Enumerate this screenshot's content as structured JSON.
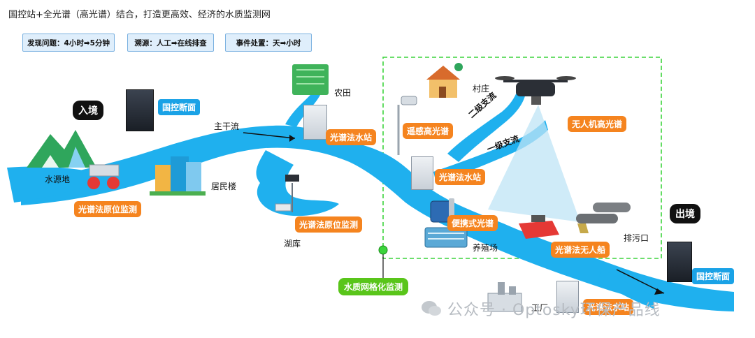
{
  "title": "国控站+全光谱（高光谱）结合，打造更高效、经济的水质监测网",
  "badges": [
    "发现问题：4小时➡5分钟",
    "溯源：人工➡在线排查",
    "事件处置：天➡小时"
  ],
  "labels": {
    "entry": "入境",
    "exit": "出境",
    "national_section_1": "国控断面",
    "national_section_2": "国控断面",
    "water_source": "水源地",
    "in_situ_1": "光谱法原位监测",
    "in_situ_2": "光谱法原位监测",
    "residential": "居民楼",
    "main_stream": "主干流",
    "farmland": "农田",
    "station_1": "光谱法水站",
    "station_2": "光谱法水站",
    "station_3": "光谱法水站",
    "lake": "湖库",
    "village": "村庄",
    "remote_sensing": "遥感高光谱",
    "secondary_branch": "二级支流",
    "primary_branch": "一级支流",
    "uav": "无人机高光谱",
    "portable": "便携式光谱",
    "aquaculture": "养殖场",
    "boat": "光谱法无人船",
    "outfall": "排污口",
    "grid": "水质网格化监测",
    "factory": "工厂"
  },
  "watermark": "公众号 · Optosky环保产品线",
  "colors": {
    "river": "#1fb0ee",
    "orange": "#f5841f",
    "blue_tag": "#1aa2e6",
    "green": "#59c51a",
    "badge_bg": "#dfeefb"
  }
}
